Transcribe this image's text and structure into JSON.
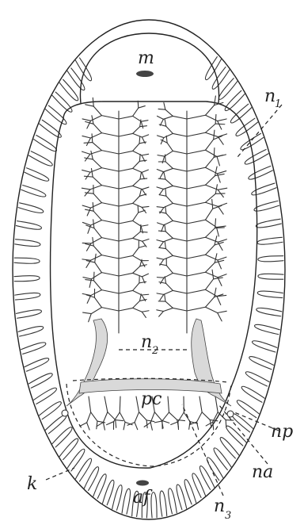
{
  "labels": {
    "m": "m",
    "n1": "n",
    "n1_sub": "1",
    "n2": "n",
    "n2_sub": "2",
    "n3": "n",
    "n3_sub": "3",
    "pc": "pc",
    "np": "np",
    "na": "na",
    "k": "k",
    "af": "af"
  }
}
